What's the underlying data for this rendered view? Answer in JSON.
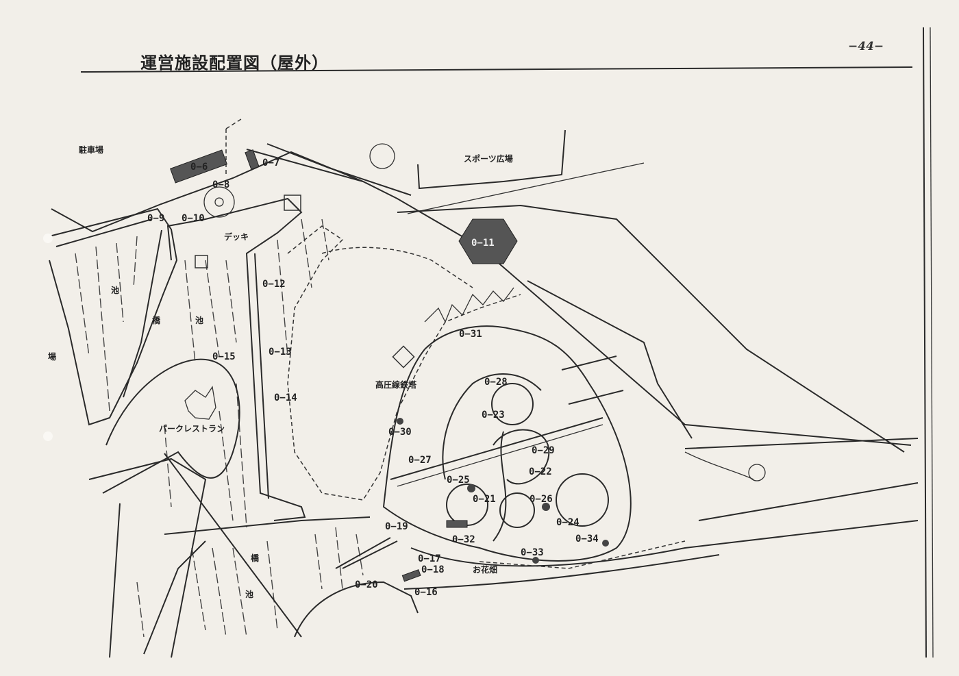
{
  "header": {
    "title": "運営施設配置図（屋外）",
    "page_number": "−44−"
  },
  "places": {
    "parking": "駐車場",
    "sports_plaza": "スポーツ広場",
    "deck": "デッキ",
    "pond_1": "池",
    "bridge_1": "橋",
    "pond_2": "池",
    "park_restaurant": "パークレストラン",
    "pylon": "高圧線鉄塔",
    "flower_field": "お花畑",
    "bridge_2": "橋",
    "pond_3": "池",
    "edge_label": "場"
  },
  "facilities": {
    "o6": "0−6",
    "o7": "0−7",
    "o8": "0−8",
    "o9": "0−9",
    "o10": "0−10",
    "o11": "0−11",
    "o12": "0−12",
    "o13": "0−13",
    "o14": "0−14",
    "o15": "0−15",
    "o16": "0−16",
    "o17": "0−17",
    "o18": "0−18",
    "o19": "0−19",
    "o20": "0−20",
    "o21": "0−21",
    "o22": "0−22",
    "o23": "0−23",
    "o24": "0−24",
    "o25": "0−25",
    "o26": "0−26",
    "o27": "0−27",
    "o28": "0−28",
    "o29": "0−29",
    "o30": "0−30",
    "o31": "0−31",
    "o32": "0−32",
    "o33": "0−33",
    "o34": "0−34"
  },
  "colors": {
    "paper": "#f2efe9",
    "ink": "#2a2a2a"
  }
}
